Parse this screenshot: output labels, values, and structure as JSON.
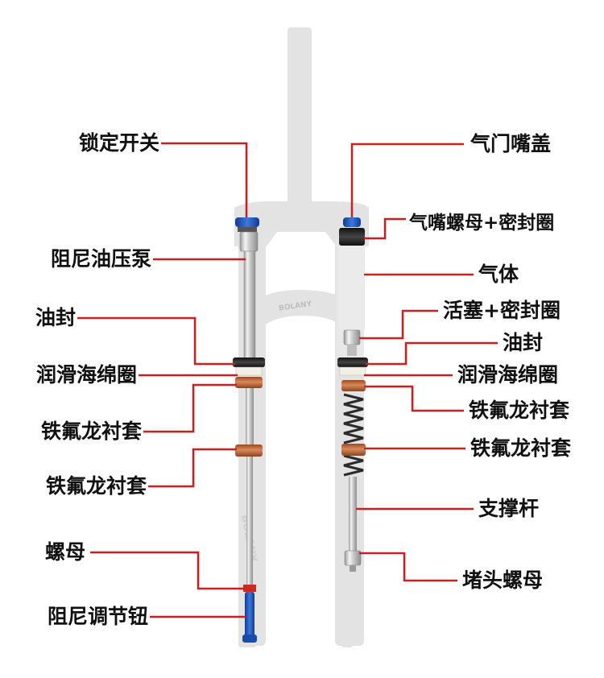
{
  "labels": {
    "lockout_switch": "锁定开关",
    "damper_oil_pump": "阻尼油压泵",
    "oil_seal_left": "油封",
    "foam_ring_left": "润滑海绵圈",
    "bushing_left_upper": "铁氟龙衬套",
    "bushing_left_lower": "铁氟龙衬套",
    "nut_left": "螺母",
    "rebound_knob": "阻尼调节钮",
    "valve_cap": "气门嘴盖",
    "valve_nut_seal": "气嘴螺母+密封圈",
    "air": "气体",
    "piston_seal": "活塞+密封圈",
    "oil_seal_right": "油封",
    "foam_ring_right": "润滑海绵圈",
    "bushing_right_upper": "铁氟龙衬套",
    "bushing_right_lower": "铁氟龙衬套",
    "support_rod": "支撑杆",
    "plug_nut": "堵头螺母"
  },
  "brand": {
    "arch_text": "BOLANY",
    "leg_text": "BOLANY"
  },
  "colors": {
    "leader_line": "#cc1f1f",
    "bushing": "#c46a3c",
    "anodized_blue": "#1f57c9",
    "ghost_body": "#e3e3e3"
  }
}
